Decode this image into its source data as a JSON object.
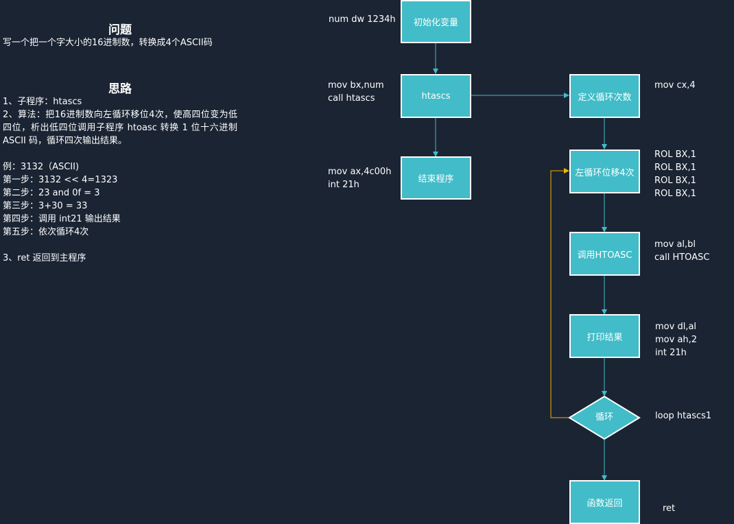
{
  "problem": {
    "title": "问题",
    "text": "写一个把一个字大小的16进制数，转换成4个ASCII码"
  },
  "approach": {
    "title": "思路",
    "line1": "1、子程序：htascs",
    "line2": "2、算法：把16进制数向左循环移位4次，使高四位变为低四位，析出低四位调用子程序 htoasc 转换 1 位十六进制 ASCII 码，循环四次输出结果。",
    "example": "例：3132（ASCII)",
    "step1": "第一步：3132 << 4=1323",
    "step2": "第二步：23 and 0f = 3",
    "step3": "第三步：3+30 = 33",
    "step4": "第四步：调用 int21 输出结果",
    "step5": "第五步：依次循环4次",
    "line3": "3、ret 返回到主程序"
  },
  "flow": {
    "init": "初始化变量",
    "htascs": "htascs",
    "end": "结束程序",
    "define_loop": "定义循环次数",
    "rotate": "左循环位移4次",
    "call_htoasc": "调用HTOASC",
    "print": "打印结果",
    "loop": "循环",
    "return": "函数返回"
  },
  "code": {
    "init": "num dw 1234h",
    "htascs": "mov bx,num\ncall htascs",
    "end": "mov ax,4c00h\nint 21h",
    "define_loop": "mov cx,4",
    "rotate": "ROL BX,1\nROL BX,1\nROL BX,1\nROL BX,1",
    "call_htoasc": "mov al,bl\ncall HTOASC",
    "print": "mov dl,al\nmov ah,2\nint 21h",
    "loop": "loop htascs1",
    "return": "ret"
  },
  "colors": {
    "background": "#1b2433",
    "node_fill": "#41bcc8",
    "arrow": "#41bcc8",
    "loop_back_arrow": "#f0b400"
  }
}
